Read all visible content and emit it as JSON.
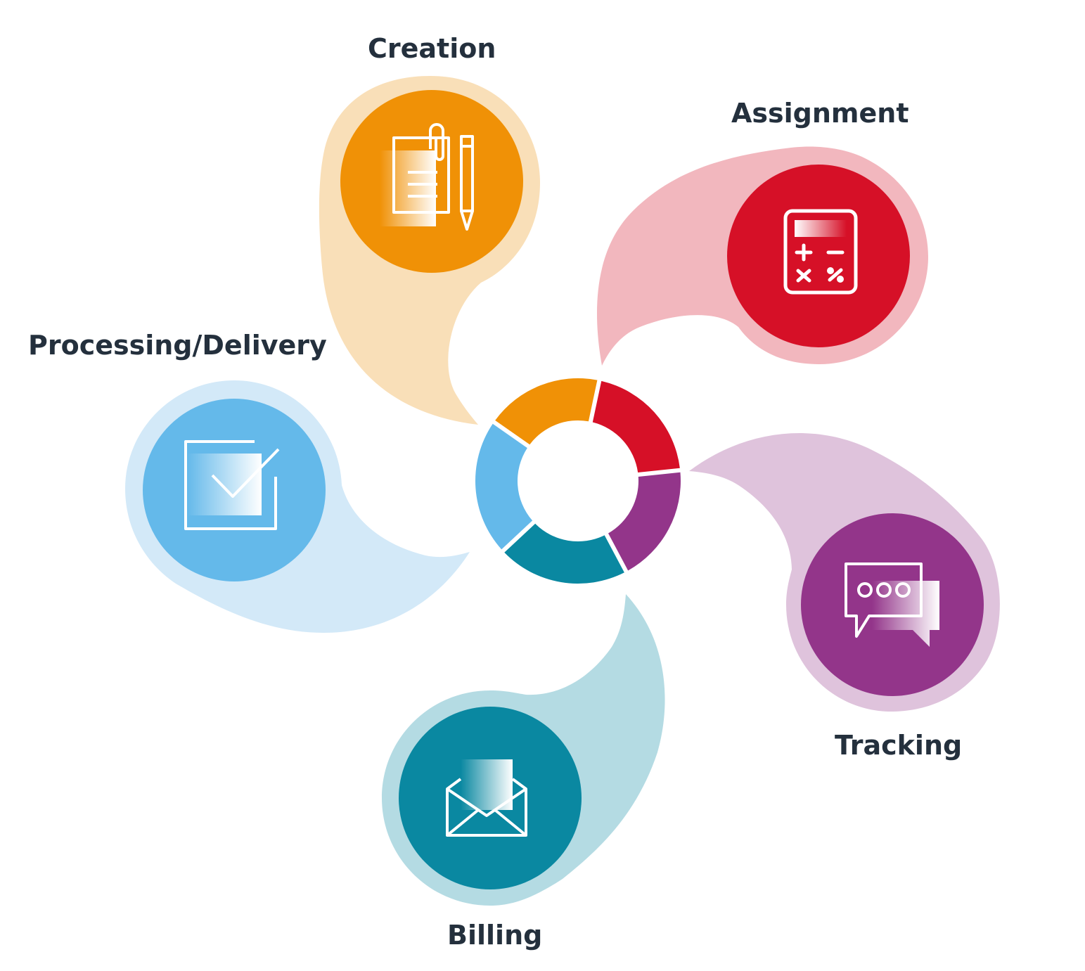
{
  "stages": [
    {
      "id": "creation",
      "label": "Creation",
      "icon": "document-pencil-icon",
      "color": "#f09106",
      "light": "#f9dfb8"
    },
    {
      "id": "assignment",
      "label": "Assignment",
      "icon": "calculator-icon",
      "color": "#d61027",
      "light": "#f2b7be"
    },
    {
      "id": "tracking",
      "label": "Tracking",
      "icon": "chat-bubbles-icon",
      "color": "#93358a",
      "light": "#dfc3dc"
    },
    {
      "id": "billing",
      "label": "Billing",
      "icon": "envelope-icon",
      "color": "#0a88a1",
      "light": "#b4dbe3"
    },
    {
      "id": "processing",
      "label": "Processing/Delivery",
      "icon": "checkbox-icon",
      "color": "#64b9ea",
      "light": "#d3e9f8"
    }
  ]
}
